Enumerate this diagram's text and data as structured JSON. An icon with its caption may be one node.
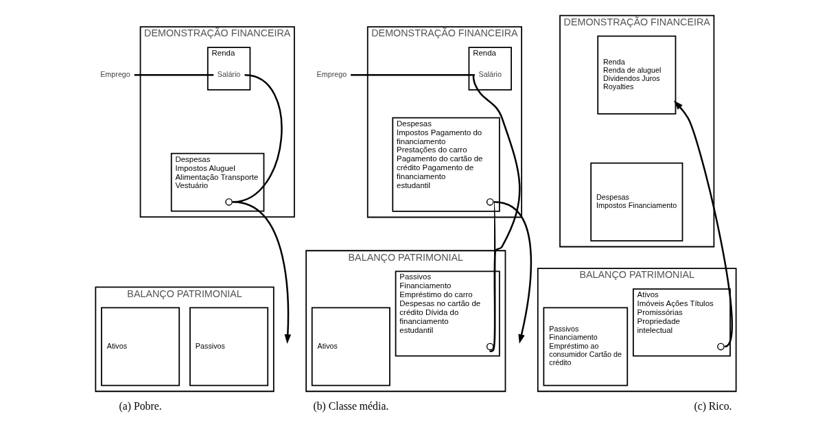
{
  "diagram": {
    "nodes": [
      {
        "text": [
          "DEMONSTRAÇÃO FINANCEIRA"
        ]
      },
      {
        "text": [
          "Renda"
        ],
        "in": 0
      },
      {
        "text": [
          "Despesas",
          "Impostos Aluguel Alimentação Transporte Vestuário"
        ],
        "in": 0
      },
      {
        "text": [
          "Emprego"
        ]
      },
      {
        "text": [
          "Salário"
        ],
        "in": 1
      },
      {
        "text": [],
        "shape": "circle",
        "in": 2
      },
      {
        "text": [
          "BALANÇO PATRIMONIAL"
        ]
      },
      {
        "text": [
          "Ativos"
        ],
        "in": 6
      },
      {
        "text": [
          "Passivos"
        ],
        "in": 6
      },
      {
        "text": [
          "DEMONSTRAÇÃO FINANCEIRA"
        ]
      },
      {
        "text": [
          "Renda"
        ],
        "in": 9
      },
      {
        "text": [
          "Despesas",
          "Impostos Pagamento do financiamento Prestações do carro Pagamento do cartão de crédito Pagamento de financiamento estudantil"
        ],
        "in": 9
      },
      {
        "text": [
          "Emprego"
        ]
      },
      {
        "text": [
          "Salário"
        ],
        "in": 10
      },
      {
        "text": [],
        "shape": "circle",
        "in": 11
      },
      {
        "text": [
          "BALANÇO PATRIMONIAL"
        ]
      },
      {
        "text": [
          "Ativos"
        ],
        "in": 15
      },
      {
        "text": [
          "Passivos",
          "Financiamento Empréstimo do carro Despesas no cartão de crédito Dívida do financiamento estudantil"
        ],
        "in": 15
      },
      {
        "text": [],
        "shape": "circle",
        "in": 17
      },
      {
        "text": [
          "DEMONSTRAÇÃO FINANCEIRA"
        ]
      },
      {
        "text": [
          "Renda",
          "Renda de aluguel Dividendos Juros Royalties"
        ],
        "in": 19
      },
      {
        "text": [
          "Despesas",
          "Impostos Financiamento"
        ],
        "in": 19
      },
      {
        "text": [
          "BALANÇO PATRIMONIAL"
        ]
      },
      {
        "text": [
          "Ativos",
          "Imóveis Ações Títulos Promissórias Propriedade intelectual"
        ],
        "in": 22
      },
      {
        "text": [
          "Passivos",
          "Financiamento Empréstimo ao consumidor Cartão de crédito"
        ],
        "in": 22
      },
      {
        "text": [],
        "shape": "circle",
        "in": 23
      }
    ],
    "edges": [
      {
        "from": 3,
        "to": 4,
        "arrow": "none"
      },
      {
        "from": 4,
        "to": 5,
        "arrow": "none"
      },
      {
        "from": 5,
        "to": null,
        "arrow": "to"
      },
      {
        "from": 12,
        "to": 13,
        "arrow": "none"
      },
      {
        "from": 13,
        "to": 18,
        "arrow": "none"
      },
      {
        "from": 18,
        "to": 14,
        "arrow": "none"
      },
      {
        "from": 14,
        "to": null,
        "arrow": "to"
      },
      {
        "from": 25,
        "to": 20,
        "arrow": "to"
      }
    ],
    "labels": [
      "(a) Pobre.",
      "(b) Classe média.",
      "(c) Rico."
    ]
  }
}
